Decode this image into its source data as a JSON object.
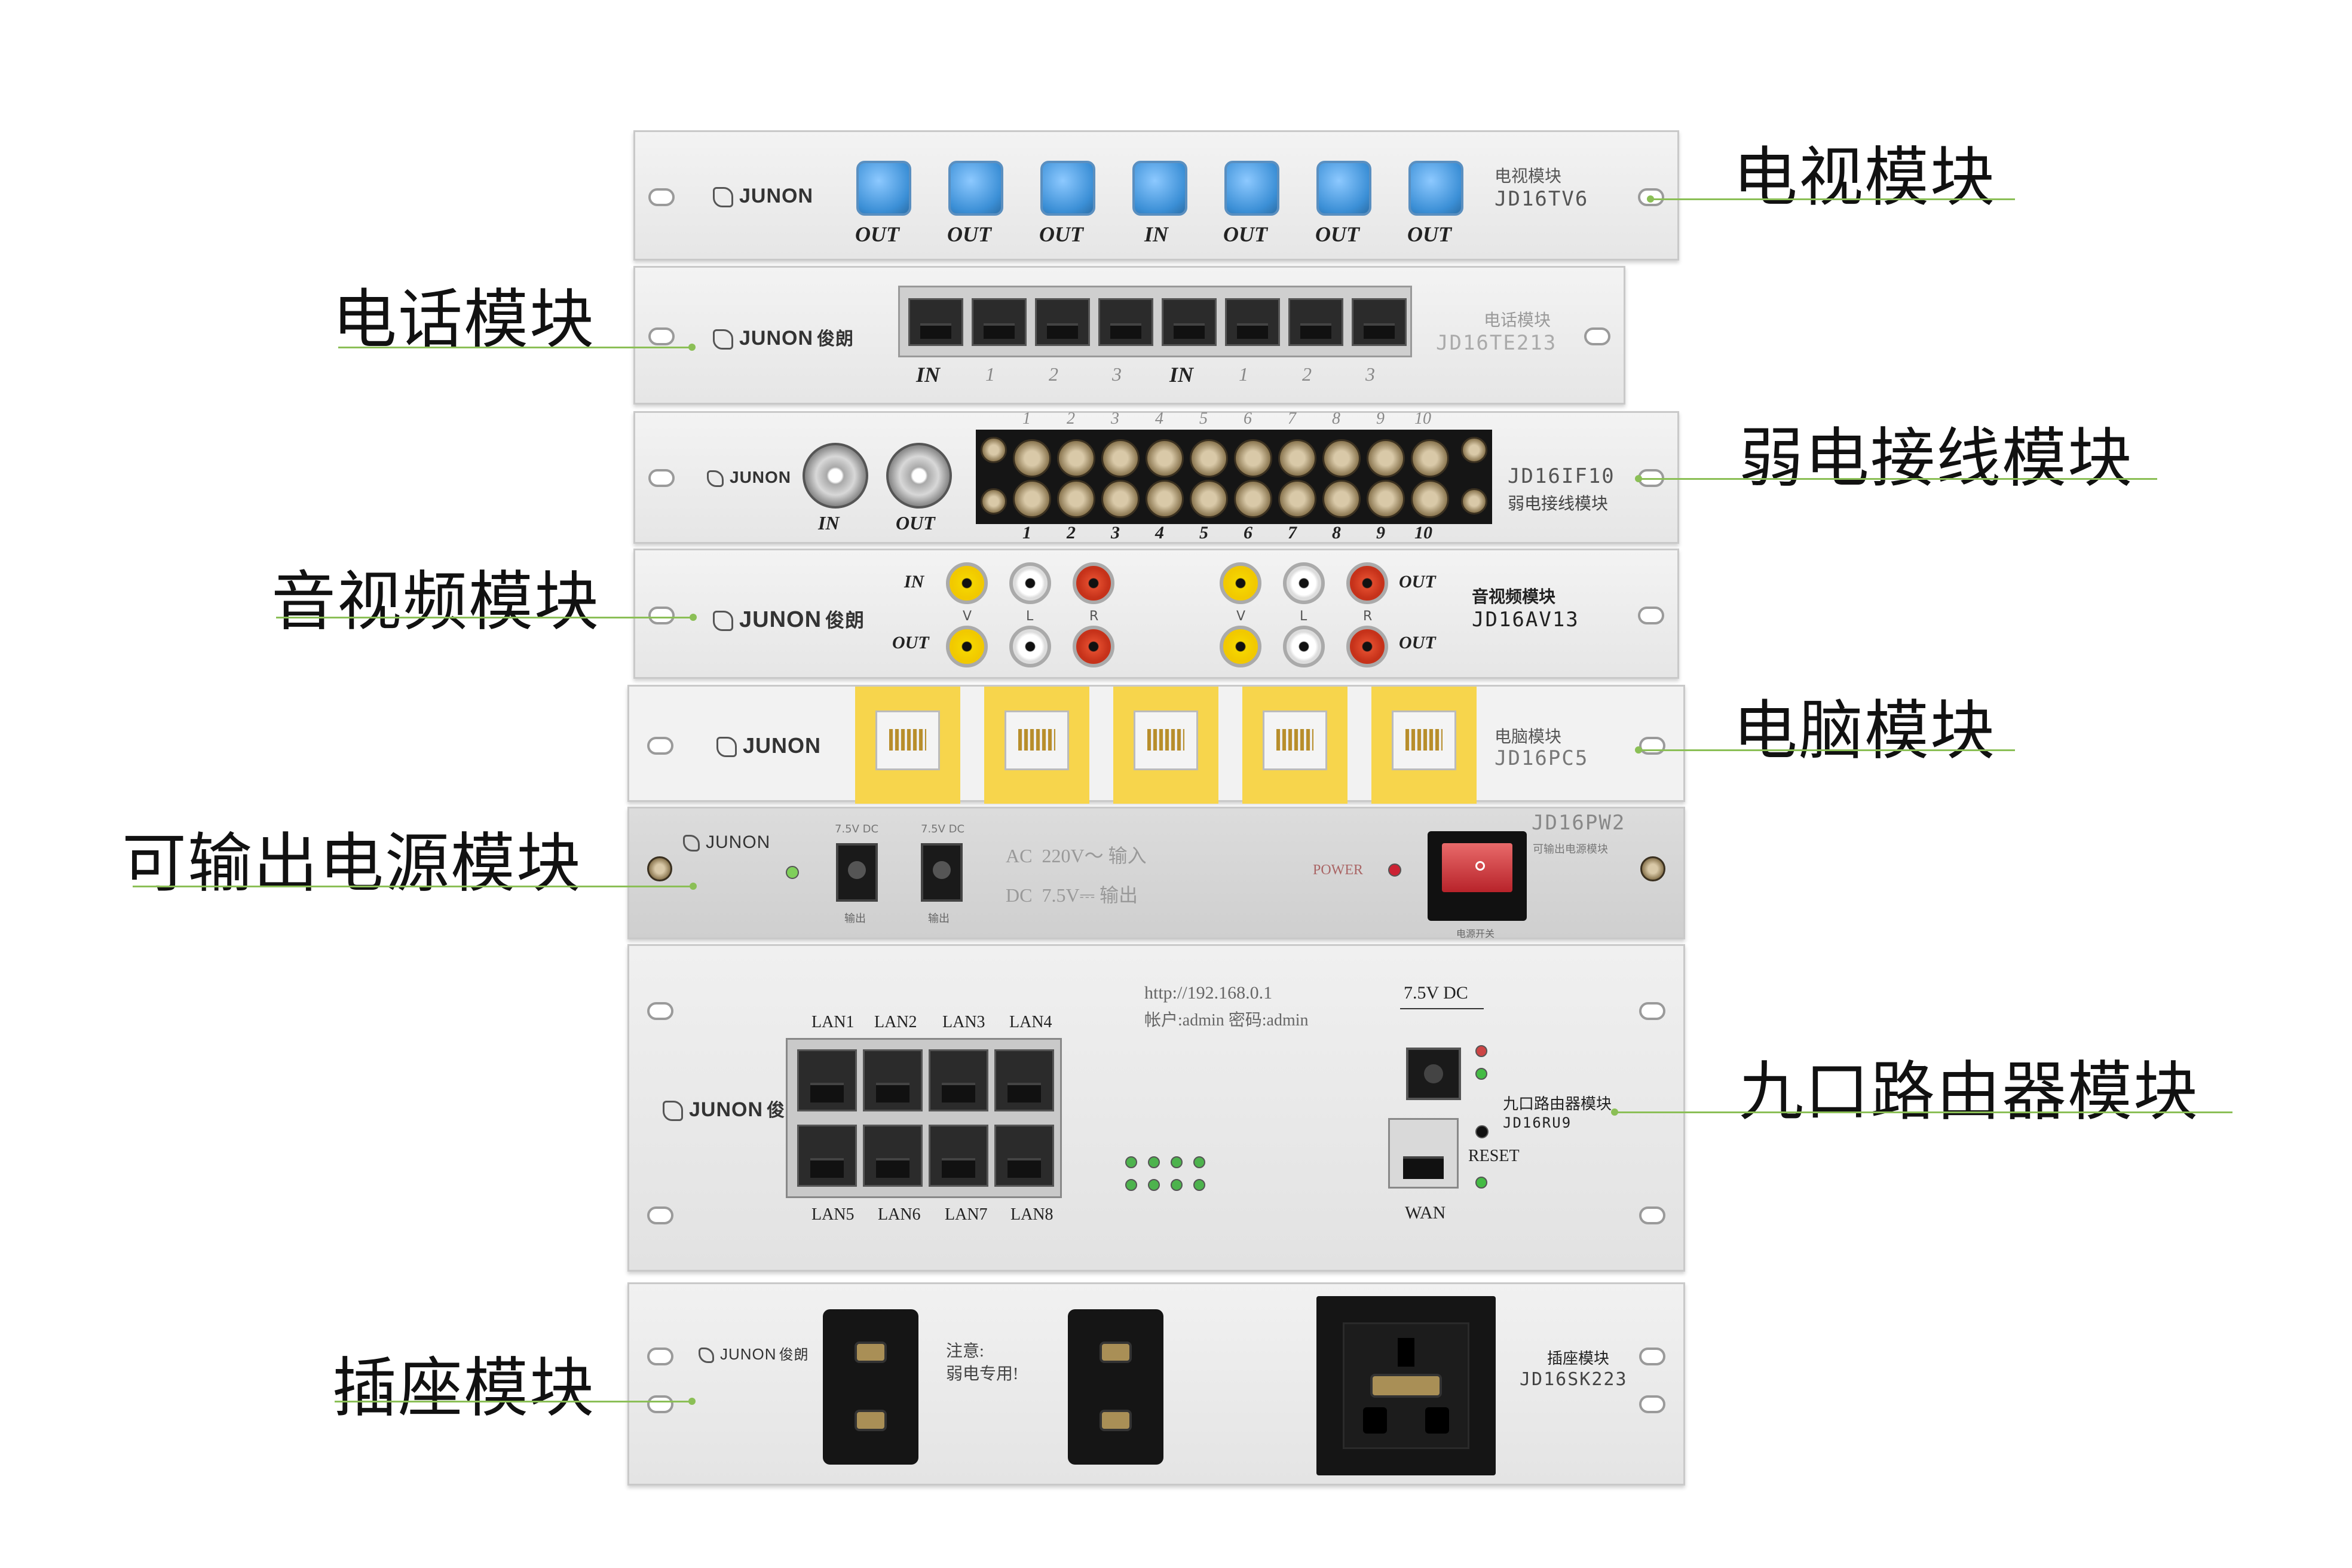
{
  "brand": "JUNON",
  "brand_cn": "俊朗",
  "colors": {
    "accent_line": "#8bbf56",
    "panel": "#ececec",
    "fiber_blue": "#3b8fd6",
    "yellow_plate": "#f7d54c"
  },
  "callouts": {
    "tv": "电视模块",
    "phone": "电话模块",
    "weak": "弱电接线模块",
    "av": "音视频模块",
    "pc": "电脑模块",
    "power": "可输出电源模块",
    "router": "九口路由器模块",
    "socket": "插座模块"
  },
  "tv": {
    "name_cn": "电视模块",
    "model": "JD16TV6",
    "ports": [
      "OUT",
      "OUT",
      "OUT",
      "IN",
      "OUT",
      "OUT",
      "OUT"
    ]
  },
  "phone": {
    "name_cn": "电话模块",
    "model": "JD16TE213",
    "labels": [
      "IN",
      "1",
      "2",
      "3",
      "IN",
      "1",
      "2",
      "3"
    ]
  },
  "weak": {
    "name_cn": "弱电接线模块",
    "model": "JD16IF10",
    "bnc_labels": [
      "IN",
      "OUT"
    ],
    "terminal_numbers": [
      "1",
      "2",
      "3",
      "4",
      "5",
      "6",
      "7",
      "8",
      "9",
      "10"
    ]
  },
  "av": {
    "name_cn": "音视频模块",
    "model": "JD16AV13",
    "row_in": "IN",
    "row_out": "OUT",
    "channels": [
      "V",
      "L",
      "R"
    ]
  },
  "pc": {
    "name_cn": "电脑模块",
    "model": "JD16PC5"
  },
  "power": {
    "name_cn": "可输出电源模块",
    "model": "JD16PW2",
    "dc_label": "7.5V DC",
    "out_labels": [
      "输出",
      "输出"
    ],
    "ac_line": "AC  220V～ 输入",
    "dc_line": "DC  7.5V⎓ 输出",
    "power_label": "POWER",
    "switch_caption": "电源开关"
  },
  "router": {
    "name_cn": "九口路由器模块",
    "model": "JD16RU9",
    "url": "http://192.168.0.1",
    "account": "帐户:admin 密码:admin",
    "dc": "7.5V DC",
    "lan_top": [
      "LAN1",
      "LAN2",
      "LAN3",
      "LAN4"
    ],
    "lan_bottom": [
      "LAN5",
      "LAN6",
      "LAN7",
      "LAN8"
    ],
    "reset": "RESET",
    "wan": "WAN"
  },
  "socket": {
    "name_cn": "插座模块",
    "model": "JD16SK223",
    "notice_title": "注意:",
    "notice_body": "弱电专用!"
  }
}
